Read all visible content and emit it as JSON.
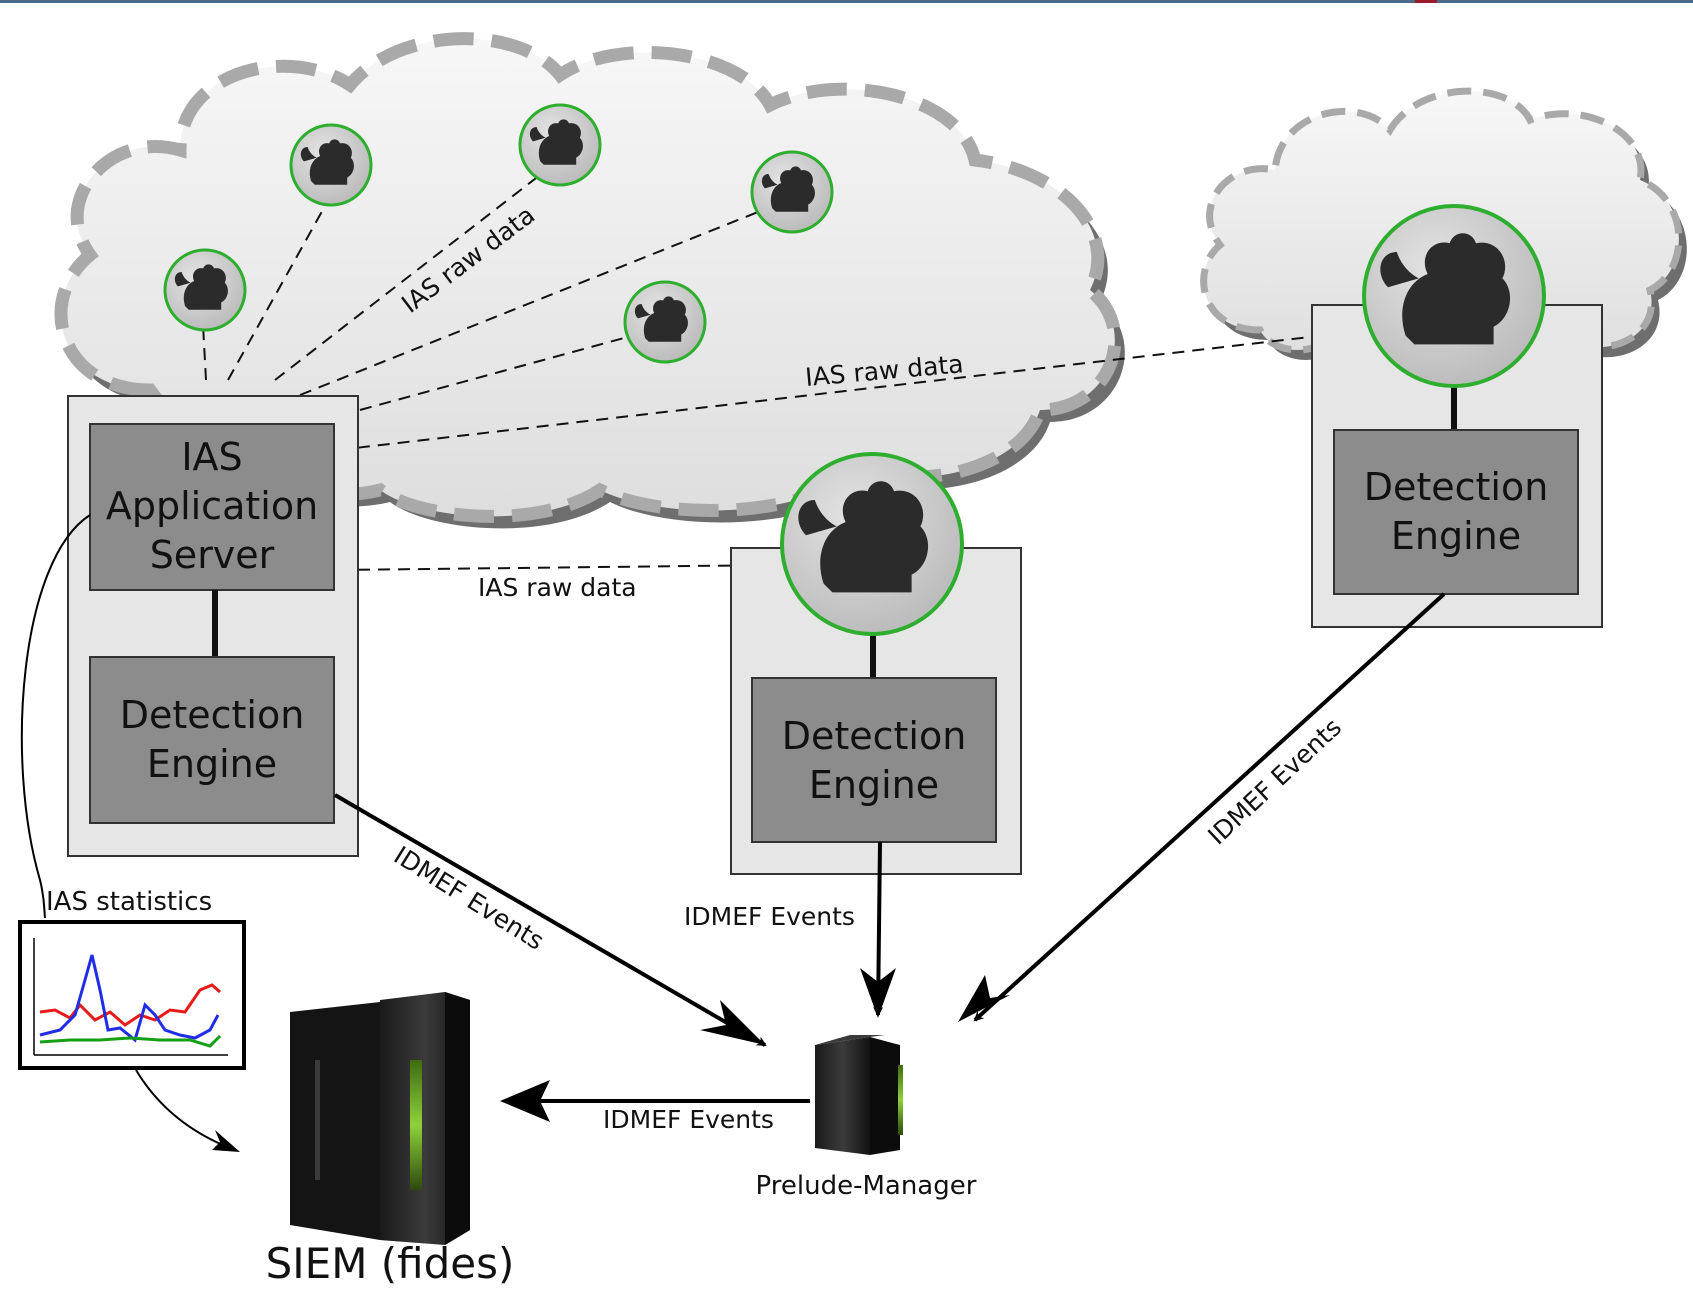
{
  "colors": {
    "cloud_fill": "#e9e9e9",
    "cloud_dash": "#a9a9a9",
    "cloud_shadow": "#6e6e6e",
    "host_box": "#e6e6e6",
    "component_box": "#8c8c8c",
    "sensor_ring": "#2eae2e",
    "sensor_bg": "#cfcfcf",
    "top_bar": "#4a6a8a",
    "top_accent": "#9a1b2b",
    "plot_red": "#e81b1b",
    "plot_blue": "#1f2ee6",
    "plot_green": "#14a014"
  },
  "icons": {
    "sensor": "squirrel-sensor-icon",
    "server": "server-rack-icon",
    "chart": "line-chart-icon"
  },
  "nodes": {
    "ias_app_server": "IAS\nApplication\nServer",
    "detection_engine_main": "Detection\nEngine",
    "detection_engine_center": "Detection\nEngine",
    "detection_engine_right": "Detection\nEngine",
    "prelude_manager": "Prelude-Manager",
    "siem": "SIEM (fides)",
    "ias_statistics": "IAS statistics"
  },
  "edges": {
    "raw_data_1": "IAS raw data",
    "raw_data_2": "IAS raw data",
    "raw_data_3": "IAS raw data",
    "idmef_main": "IDMEF Events",
    "idmef_center": "IDMEF Events",
    "idmef_right": "IDMEF Events",
    "idmef_siem": "IDMEF Events"
  }
}
